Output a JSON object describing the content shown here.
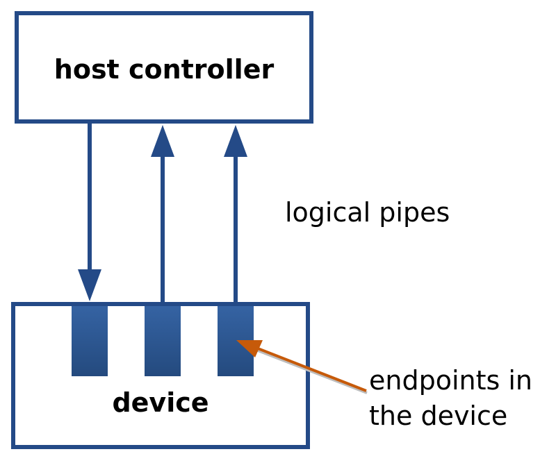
{
  "host": {
    "label": "host controller"
  },
  "device": {
    "label": "device"
  },
  "annotations": {
    "pipes_label": "logical pipes",
    "endpoints_line1": "endpoints in",
    "endpoints_line2": "the device"
  },
  "colors": {
    "box_stroke": "#244a87",
    "endpoint_top": "#3563a3",
    "endpoint_bottom": "#244a7e",
    "pointer": "#c65a0a"
  },
  "icons": {
    "pipe_down": "arrow-down-icon",
    "pipe_up": "arrow-up-icon",
    "pointer": "arrow-pointer-icon"
  }
}
